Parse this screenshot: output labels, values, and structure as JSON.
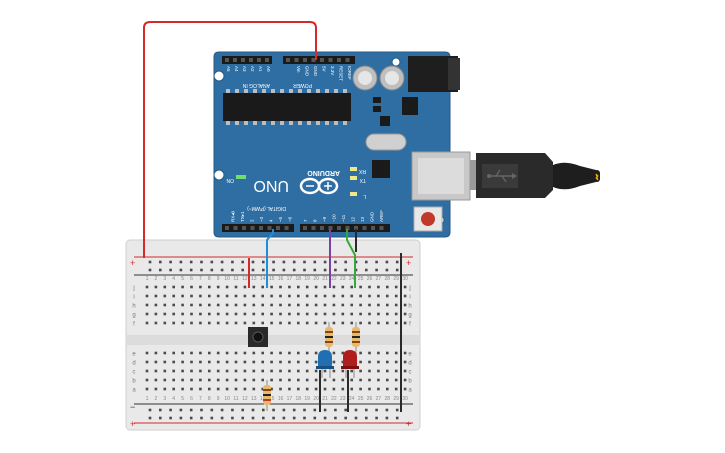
{
  "arduino": {
    "brand": "ARDUINO",
    "model": "UNO",
    "header_power_label": "POWER",
    "header_analog_label": "ANALOG IN",
    "header_digital_label": "DIGITAL (PWM~)",
    "power_pins": [
      "IOREF",
      "RESET",
      "3.3V",
      "5V",
      "GND",
      "GND",
      "Vin"
    ],
    "analog_pins": [
      "A0",
      "A1",
      "A2",
      "A3",
      "A4",
      "A5"
    ],
    "digital_pins": [
      "AREF",
      "GND",
      "13",
      "12",
      "~11",
      "~10",
      "~9",
      "8",
      "7",
      "~6",
      "~5",
      "4",
      "~3",
      "2",
      "TX▸1",
      "RX◂0"
    ],
    "on_label": "ON",
    "led_labels": [
      "L",
      "TX",
      "RX"
    ],
    "board_color": "#2f6ea3"
  },
  "breadboard": {
    "row_letters_top": [
      "j",
      "i",
      "h",
      "g",
      "f"
    ],
    "row_letters_bottom": [
      "e",
      "d",
      "c",
      "b",
      "a"
    ],
    "column_numbers": [
      "1",
      "2",
      "3",
      "4",
      "5",
      "6",
      "7",
      "8",
      "9",
      "10",
      "11",
      "12",
      "13",
      "14",
      "15",
      "16",
      "17",
      "18",
      "19",
      "20",
      "21",
      "22",
      "23",
      "24",
      "25",
      "26",
      "27",
      "28",
      "29",
      "30"
    ],
    "rail_plus": "+",
    "rail_minus": "−"
  },
  "components": {
    "led_blue_color": "#1f6fb2",
    "led_red_color": "#b11c1c",
    "wire_red": "#d42a2a",
    "wire_blue": "#1e8fd6",
    "wire_purple": "#7a3fa8",
    "wire_green": "#37a837",
    "wire_black": "#2a2a2a"
  }
}
